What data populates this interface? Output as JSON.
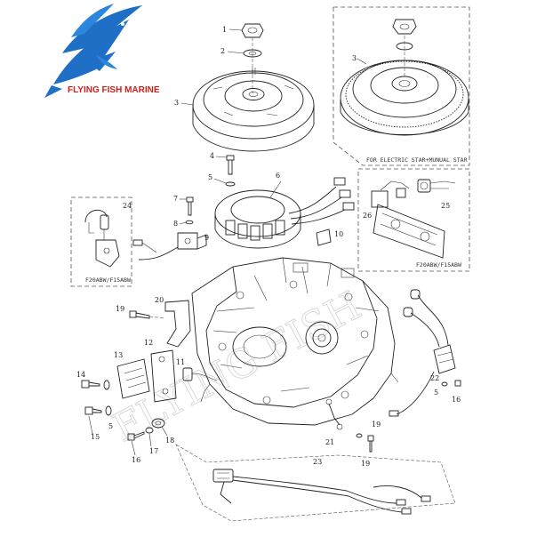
{
  "logo": {
    "text": "FLYING FISH MARINE",
    "color": "#d0201c",
    "fish_color": "#1f6fc6",
    "icon": "flying-fish-icon"
  },
  "watermark": {
    "text": "FLYING FISH",
    "color": "#c8c8c8"
  },
  "inset_captions": {
    "electric_start": "FOR ELECTRIC STAR+MUNUAL STAR",
    "left_box": "F20ABW/F15ABW",
    "right_box": "F20ABW/F15ABW"
  },
  "callouts": [
    "1",
    "2",
    "3",
    "4",
    "5",
    "6",
    "7",
    "8",
    "9",
    "10",
    "11",
    "12",
    "13",
    "14",
    "15",
    "16",
    "17",
    "18",
    "19",
    "20",
    "21",
    "22",
    "23",
    "24",
    "25",
    "26",
    "3",
    "5",
    "16",
    "5",
    "19"
  ]
}
